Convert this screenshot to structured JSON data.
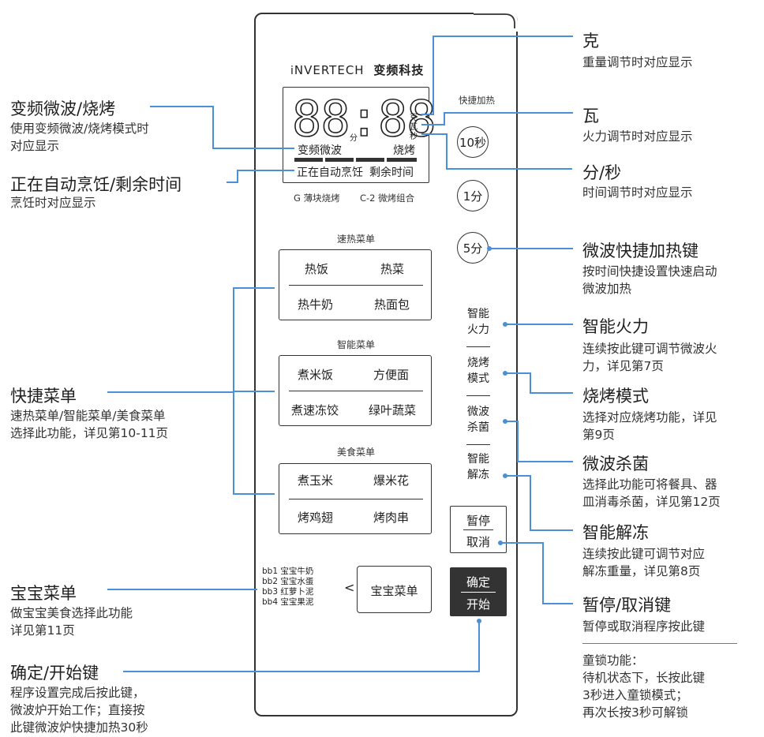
{
  "brand": {
    "prefix": "i",
    "main": "NVERTECH",
    "cn": "变频科技"
  },
  "lcd": {
    "digits": "88:88",
    "unit_ke": "克",
    "unit_wa": "瓦",
    "unit_miao": "秒",
    "unit_fen": "分",
    "label_mw": "变频微波",
    "label_bake": "烧烤",
    "status_cooking": "正在自动烹饪",
    "status_remain": "剩余时间"
  },
  "panel_captions": {
    "g_mode": "G 薄块烧烤",
    "c_mode": "C-2 微烤组合",
    "quick_heat": "快捷加热"
  },
  "quick_buttons": [
    "10秒",
    "1分",
    "5分"
  ],
  "menus": [
    {
      "title": "速热菜单",
      "items": [
        "热饭",
        "热菜",
        "热牛奶",
        "热面包"
      ]
    },
    {
      "title": "智能菜单",
      "items": [
        "煮米饭",
        "方便面",
        "煮速冻饺",
        "绿叶蔬菜"
      ]
    },
    {
      "title": "美食菜单",
      "items": [
        "煮玉米",
        "爆米花",
        "烤鸡翅",
        "烤肉串"
      ]
    }
  ],
  "side_buttons": [
    {
      "line1": "智能",
      "line2": "火力"
    },
    {
      "line1": "烧烤",
      "line2": "模式"
    },
    {
      "line1": "微波",
      "line2": "杀菌"
    },
    {
      "line1": "智能",
      "line2": "解冻"
    }
  ],
  "pause_button": {
    "line1": "暂停",
    "line2": "取消"
  },
  "start_button": {
    "line1": "确定",
    "line2": "开始"
  },
  "baby": {
    "options": [
      "bb1 宝宝牛奶",
      "bb2 宝宝水蛋",
      "bb3 红萝卜泥",
      "bb4 宝宝果泥"
    ],
    "arrow": "<",
    "button": "宝宝菜单"
  },
  "left_annotations": [
    {
      "title": "变频微波/烧烤",
      "desc": [
        "使用变频微波/烧烤模式时",
        "对应显示"
      ]
    },
    {
      "title": "正在自动烹饪/剩余时间",
      "desc": [
        "烹饪时对应显示"
      ]
    },
    {
      "title": "快捷菜单",
      "desc": [
        "速热菜单/智能菜单/美食菜单",
        "选择此功能，详见第10-11页"
      ]
    },
    {
      "title": "宝宝菜单",
      "desc": [
        "做宝宝美食选择此功能",
        "详见第11页"
      ]
    },
    {
      "title": "确定/开始键",
      "desc": [
        "程序设置完成后按此键，",
        "微波炉开始工作；直接按",
        "此键微波炉快捷加热30秒"
      ]
    }
  ],
  "right_annotations": [
    {
      "title": "克",
      "desc": [
        "重量调节时对应显示"
      ]
    },
    {
      "title": "瓦",
      "desc": [
        "火力调节时对应显示"
      ]
    },
    {
      "title": "分/秒",
      "desc": [
        "时间调节时对应显示"
      ]
    },
    {
      "title": "微波快捷加热键",
      "desc": [
        "按时间快捷设置快速启动",
        "微波加热"
      ]
    },
    {
      "title": "智能火力",
      "desc": [
        "连续按此键可调节微波火",
        "力，详见第7页"
      ]
    },
    {
      "title": "烧烤模式",
      "desc": [
        "选择对应烧烤功能，详见",
        "第9页"
      ]
    },
    {
      "title": "微波杀菌",
      "desc": [
        "选择此功能可将餐具、器",
        "皿消毒杀菌，详见第12页"
      ]
    },
    {
      "title": "智能解冻",
      "desc": [
        "连续按此键可调节对应",
        "解冻重量，详见第8页"
      ]
    },
    {
      "title": "暂停/取消键",
      "desc": [
        "暂停或取消程序按此键"
      ]
    }
  ],
  "child_lock": {
    "title": "童锁功能：",
    "lines": [
      "待机状态下，长按此键",
      "3秒进入童锁模式；",
      "再次长按3秒可解锁"
    ]
  },
  "colors": {
    "leader": "#4a90d9",
    "panel_border": "#333333",
    "start_bg": "#333333"
  }
}
